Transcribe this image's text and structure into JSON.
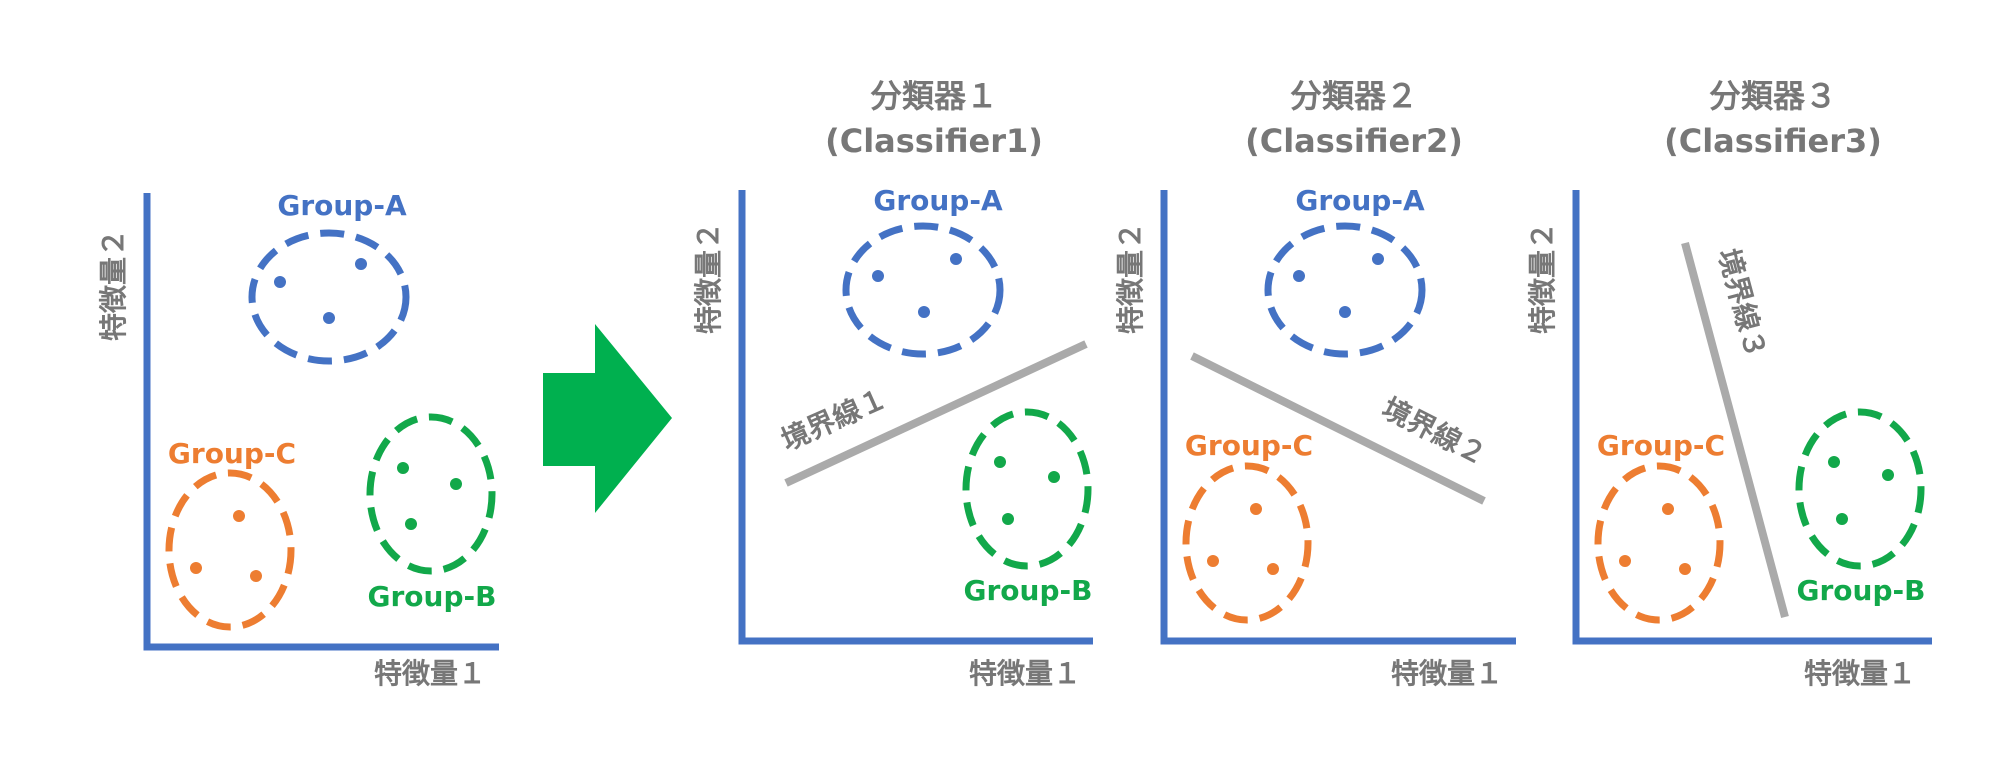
{
  "colors": {
    "axis": "#4472C4",
    "group_a": "#4472C4",
    "group_b": "#12A84A",
    "group_c": "#ED7D31",
    "boundary": "#AAAAAA",
    "arrow": "#00B04F",
    "text_gray": "#777777"
  },
  "axis_labels": {
    "x": "特徴量１",
    "y": "特徴量２"
  },
  "groups": {
    "a": "Group-A",
    "b": "Group-B",
    "c": "Group-C"
  },
  "classifiers": [
    {
      "title_line1": "分類器１",
      "title_line2": "(Classifier1)",
      "boundary_label": "境界線１"
    },
    {
      "title_line1": "分類器２",
      "title_line2": "(Classifier2)",
      "boundary_label": "境界線２"
    },
    {
      "title_line1": "分類器３",
      "title_line2": "(Classifier3)",
      "boundary_label": "境界線３"
    }
  ],
  "arrow_icon": "right-arrow-icon"
}
